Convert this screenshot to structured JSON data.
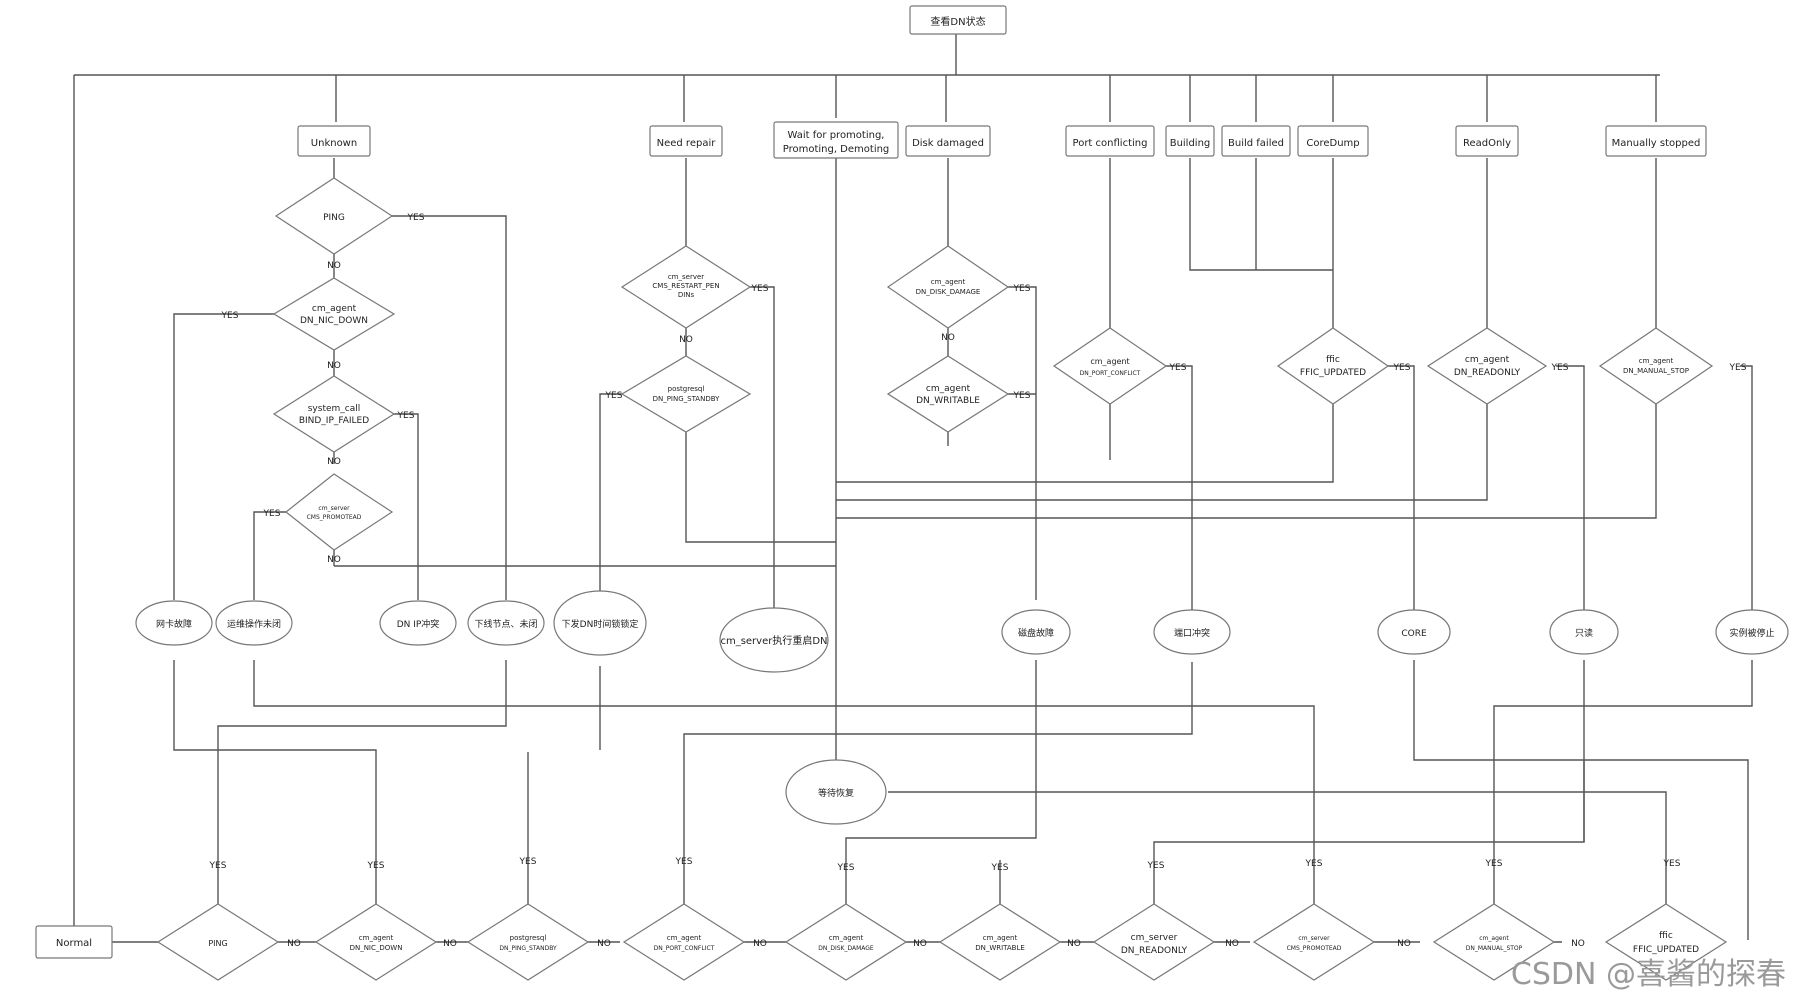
{
  "diagram": {
    "top": "查看DN状态",
    "states": {
      "unknown": "Unknown",
      "need_repair": "Need repair",
      "wait_promote_l1": "Wait for promoting,",
      "wait_promote_l2": "Promoting, Demoting",
      "disk_damaged": "Disk damaged",
      "port_conflicting": "Port conflicting",
      "building": "Building",
      "build_failed": "Build failed",
      "coredump": "CoreDump",
      "readonly": "ReadOnly",
      "manually_stopped": "Manually stopped"
    },
    "checks": {
      "ping": "PING",
      "nic_down_l1": "cm_agent",
      "nic_down_l2": "DN_NIC_DOWN",
      "bind_ip_l1": "system_call",
      "bind_ip_l2": "BIND_IP_FAILED",
      "promote_l1": "cm_server",
      "promote_l2": "CMS_PROMOTEAD",
      "restart_l1": "cm_server",
      "restart_l2": "CMS_RESTART_PEN",
      "restart_l3": "DINs",
      "ping_standby_l1": "postgresql",
      "ping_standby_l2": "DN_PING_STANDBY",
      "disk_damage_l1": "cm_agent",
      "disk_damage_l2": "DN_DISK_DAMAGE",
      "writable_l1": "cm_agent",
      "writable_l2": "DN_WRITABLE",
      "port_conflict_l1": "cm_agent",
      "port_conflict_l2": "DN_PORT_CONFLICT",
      "ffic_l1": "ffic",
      "ffic_l2": "FFIC_UPDATED",
      "readonly_l1": "cm_agent",
      "readonly_l2": "DN_READONLY",
      "manual_stop_l1": "cm_agent",
      "manual_stop_l2": "DN_MANUAL_STOP"
    },
    "results": {
      "nic_fault": "网卡故障",
      "other_fault": "运维操作未闭",
      "ip_conflict": "DN IP冲突",
      "node_fault": "下线节点、未闭",
      "dn_lock": "下发DN时间锁锁定",
      "cms_promote": "cm_server执行重启DN",
      "disk_fault": "磁盘故障",
      "port_conflict": "端口冲突",
      "core": "CORE",
      "readonly": "只读",
      "manual_stop": "实例被停止",
      "wait": "等待恢复"
    },
    "bottom": {
      "normal": "Normal",
      "ping": "PING",
      "nic_l1": "cm_agent",
      "nic_l2": "DN_NIC_DOWN",
      "standby_l1": "postgresql",
      "standby_l2": "DN_PING_STANDBY",
      "port_l1": "cm_agent",
      "port_l2": "DN_PORT_CONFLICT",
      "disk_l1": "cm_agent",
      "disk_l2": "DN_DISK_DAMAGE",
      "writable_l1": "cm_agent",
      "writable_l2": "DN_WRITABLE",
      "readonly_l1": "cm_server",
      "readonly_l2": "DN_READONLY",
      "promote_l1": "cm_server",
      "promote_l2": "CMS_PROMOTEAD",
      "manual_l1": "cm_agent",
      "manual_l2": "DN_MANUAL_STOP",
      "ffic_l1": "ffic",
      "ffic_l2": "FFIC_UPDATED"
    },
    "edges": {
      "yes": "YES",
      "no": "NO"
    }
  },
  "watermark": "CSDN @喜酱的探春"
}
